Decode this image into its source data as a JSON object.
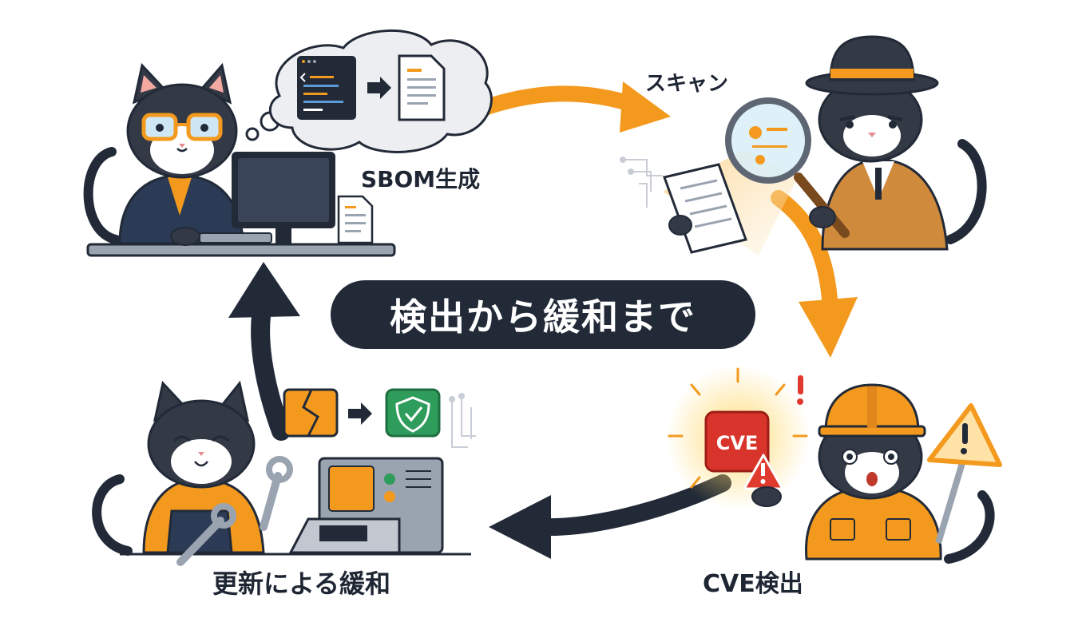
{
  "title": "検出から緩和まで",
  "steps": {
    "sbom": "SBOM生成",
    "scan": "スキャン",
    "cve": "CVE検出",
    "mitigation": "更新による緩和"
  },
  "badge": "CVE",
  "icons": {
    "thought": "code-to-document-icon",
    "scan": "magnifying-glass-icon",
    "alert": "warning-sign-icon",
    "shield": "shield-check-icon",
    "broken": "broken-chip-icon",
    "wrench": "wrench-icon"
  },
  "colors": {
    "accent": "#f39a1e",
    "dark": "#222a38",
    "alert": "#e03a2f",
    "safe": "#2e9d5b"
  }
}
